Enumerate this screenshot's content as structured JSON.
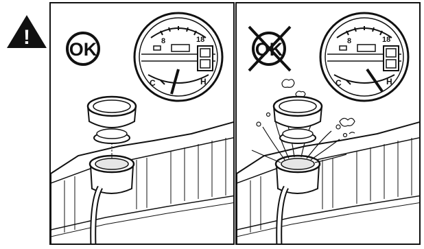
{
  "warning": {
    "icon": "warning-triangle-icon",
    "symbol": "!"
  },
  "panels": [
    {
      "badge": "OK",
      "crossed": false,
      "gauge": {
        "top_left_num": "8",
        "top_right_num": "18",
        "cold": "C",
        "hot": "H"
      }
    },
    {
      "badge": "OK",
      "crossed": true,
      "gauge": {
        "top_left_num": "8",
        "top_right_num": "18",
        "cold": "C",
        "hot": "H"
      }
    }
  ],
  "colors": {
    "ink": "#111111",
    "paper": "#ffffff",
    "shade": "#d9d9d9"
  }
}
